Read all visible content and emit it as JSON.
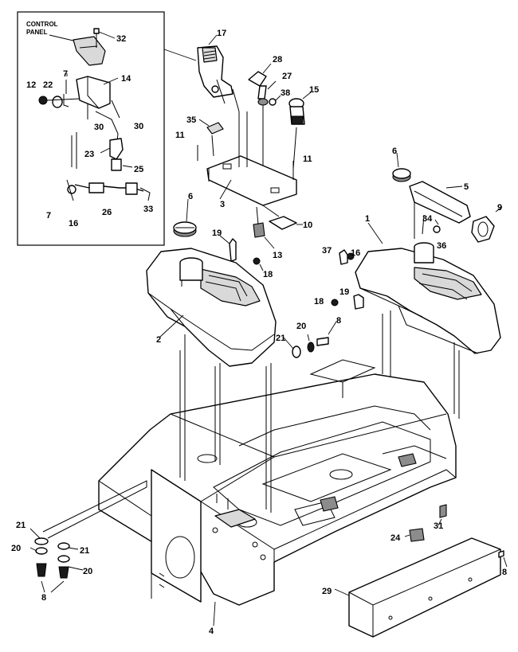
{
  "inset": {
    "title_line1": "CONTROL",
    "title_line2": "PANEL"
  },
  "callouts": [
    {
      "id": "c17",
      "text": "17"
    },
    {
      "id": "c32",
      "text": "32"
    },
    {
      "id": "c28",
      "text": "28"
    },
    {
      "id": "c27",
      "text": "27"
    },
    {
      "id": "c38",
      "text": "38"
    },
    {
      "id": "c15",
      "text": "15"
    },
    {
      "id": "c7a",
      "text": "7"
    },
    {
      "id": "c14",
      "text": "14"
    },
    {
      "id": "c12",
      "text": "12"
    },
    {
      "id": "c22",
      "text": "22"
    },
    {
      "id": "c30a",
      "text": "30"
    },
    {
      "id": "c30b",
      "text": "30"
    },
    {
      "id": "c35",
      "text": "35"
    },
    {
      "id": "c11a",
      "text": "11"
    },
    {
      "id": "c11b",
      "text": "11"
    },
    {
      "id": "c23",
      "text": "23"
    },
    {
      "id": "c25",
      "text": "25"
    },
    {
      "id": "c6a",
      "text": "6"
    },
    {
      "id": "c5",
      "text": "5"
    },
    {
      "id": "c3",
      "text": "3"
    },
    {
      "id": "c7b",
      "text": "7"
    },
    {
      "id": "c16a",
      "text": "16"
    },
    {
      "id": "c26",
      "text": "26"
    },
    {
      "id": "c33",
      "text": "33"
    },
    {
      "id": "c6b",
      "text": "6"
    },
    {
      "id": "c9",
      "text": "9"
    },
    {
      "id": "c34",
      "text": "34"
    },
    {
      "id": "c1",
      "text": "1"
    },
    {
      "id": "c10",
      "text": "10"
    },
    {
      "id": "c36",
      "text": "36"
    },
    {
      "id": "c19a",
      "text": "19"
    },
    {
      "id": "c13",
      "text": "13"
    },
    {
      "id": "c37",
      "text": "37"
    },
    {
      "id": "c16b",
      "text": "16"
    },
    {
      "id": "c18a",
      "text": "18"
    },
    {
      "id": "c19b",
      "text": "19"
    },
    {
      "id": "c18b",
      "text": "18"
    },
    {
      "id": "c20a",
      "text": "20"
    },
    {
      "id": "c8a",
      "text": "8"
    },
    {
      "id": "c2",
      "text": "2"
    },
    {
      "id": "c21a",
      "text": "21"
    },
    {
      "id": "c21b",
      "text": "21"
    },
    {
      "id": "c31",
      "text": "31"
    },
    {
      "id": "c24",
      "text": "24"
    },
    {
      "id": "c20b",
      "text": "20"
    },
    {
      "id": "c21c",
      "text": "21"
    },
    {
      "id": "c20c",
      "text": "20"
    },
    {
      "id": "c8b",
      "text": "8"
    },
    {
      "id": "c8c",
      "text": "8"
    },
    {
      "id": "c29",
      "text": "29"
    },
    {
      "id": "c4",
      "text": "4"
    }
  ]
}
